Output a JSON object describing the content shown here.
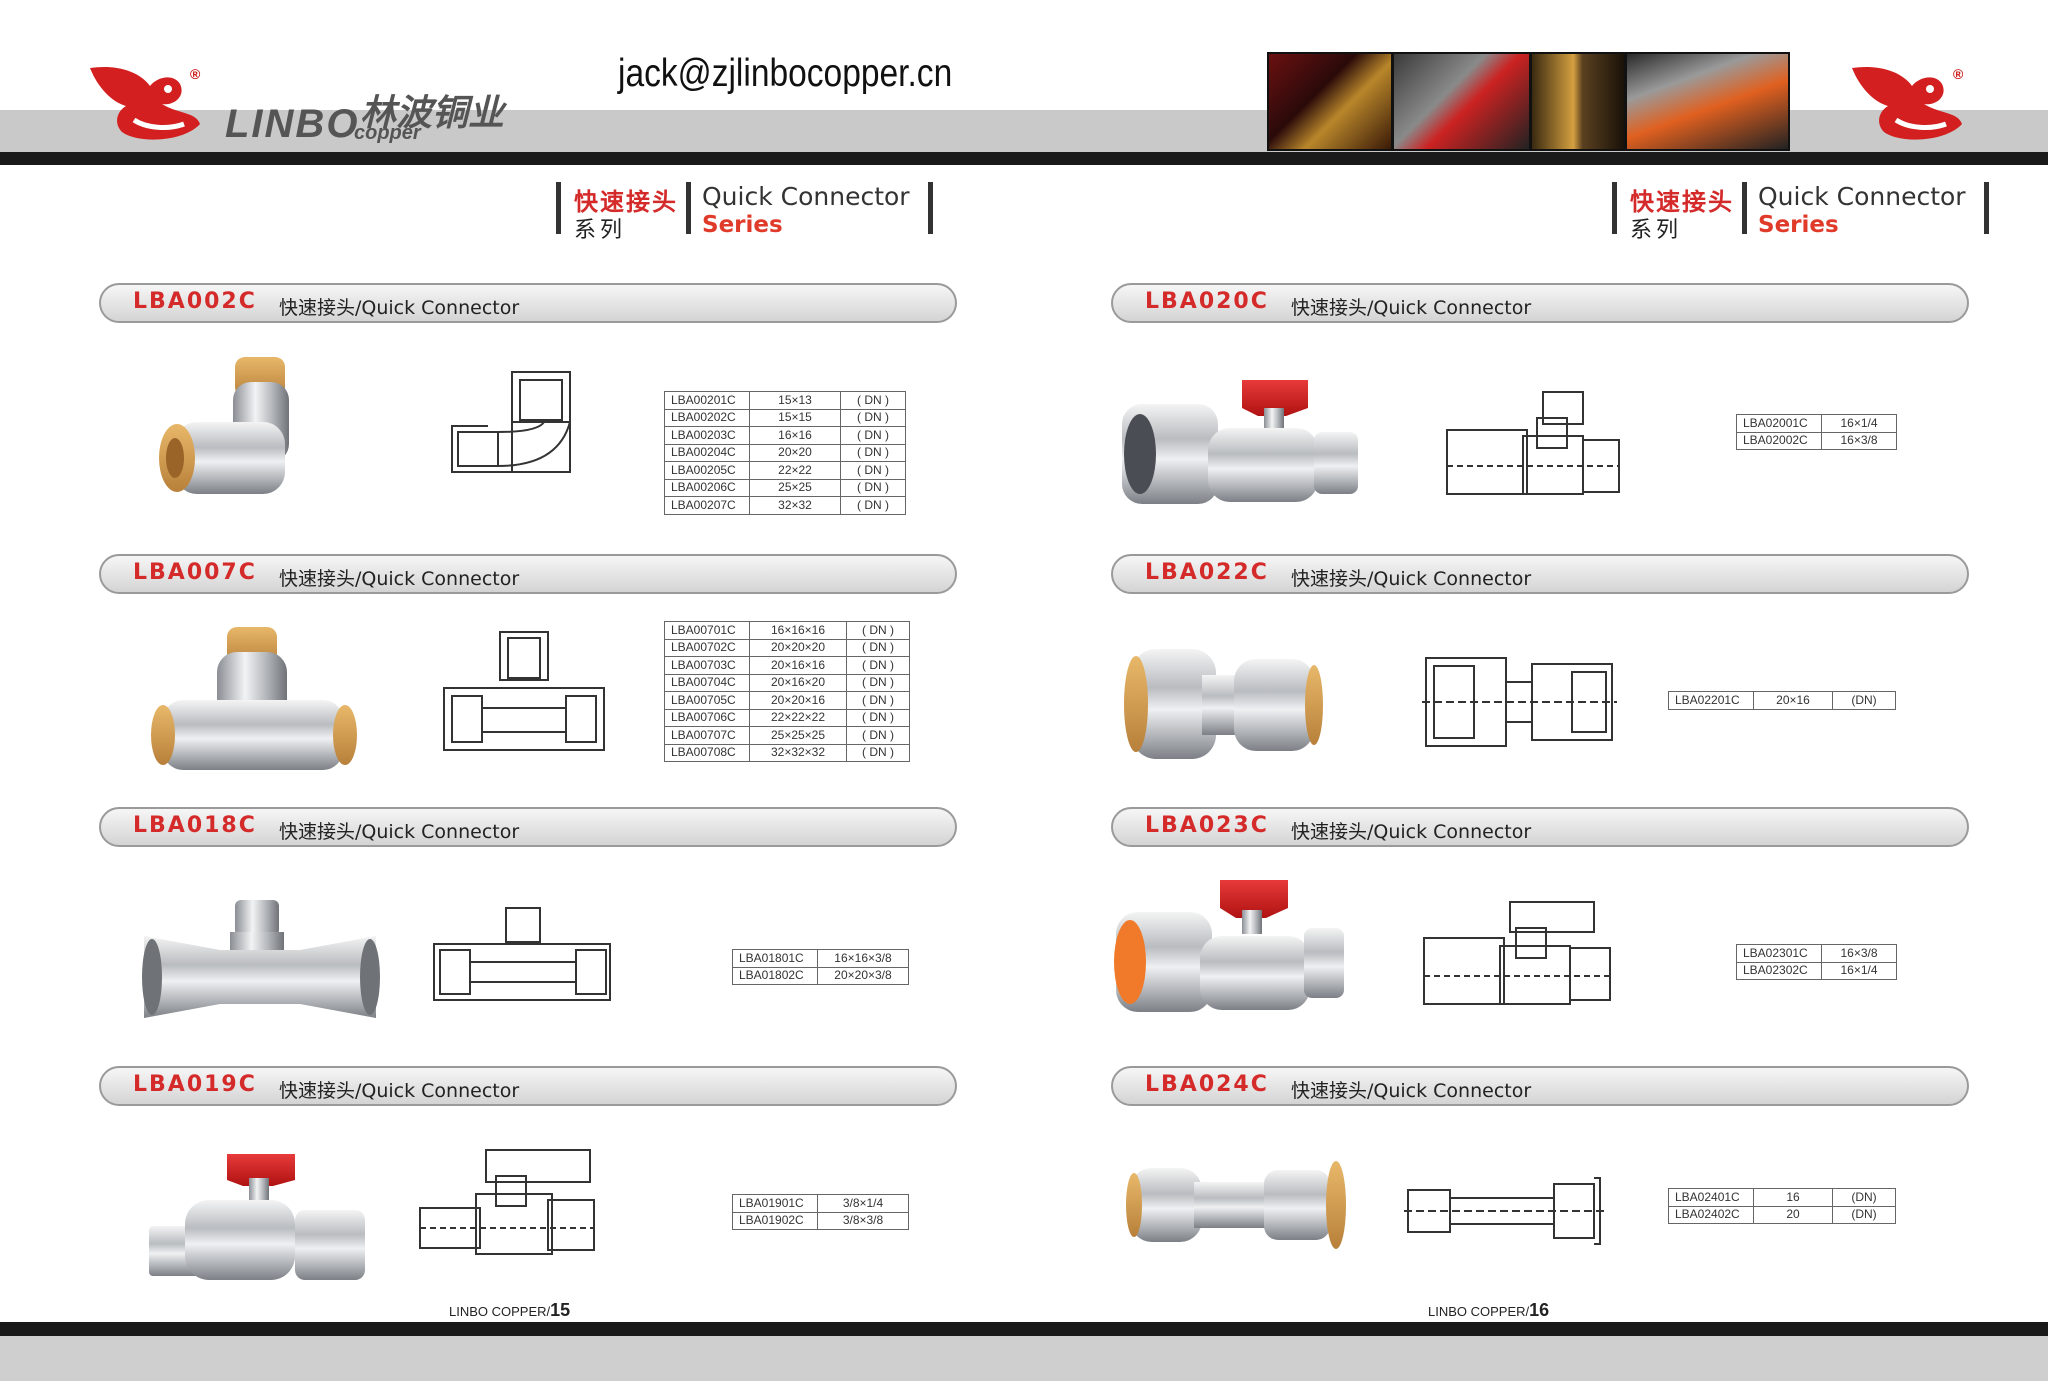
{
  "header": {
    "email": "jack@zjlinbocopper.cn",
    "brand_en": "LINBO",
    "brand_cn": "林波铜业",
    "brand_sub": "copper",
    "registered_mark": "®"
  },
  "series_label": {
    "cn_line1": "快速接头",
    "cn_line2": "系列",
    "en_line1": "Quick Connector",
    "en_line2": "Series"
  },
  "products": [
    {
      "code": "LBA002C",
      "desc": "快速接头/Quick Connector",
      "rows": [
        [
          "LBA00201C",
          "15×13",
          "( DN )"
        ],
        [
          "LBA00202C",
          "15×15",
          "( DN )"
        ],
        [
          "LBA00203C",
          "16×16",
          "( DN )"
        ],
        [
          "LBA00204C",
          "20×20",
          "( DN )"
        ],
        [
          "LBA00205C",
          "22×22",
          "( DN )"
        ],
        [
          "LBA00206C",
          "25×25",
          "( DN )"
        ],
        [
          "LBA00207C",
          "32×32",
          "( DN )"
        ]
      ]
    },
    {
      "code": "LBA007C",
      "desc": "快速接头/Quick Connector",
      "rows": [
        [
          "LBA00701C",
          "16×16×16",
          "( DN )"
        ],
        [
          "LBA00702C",
          "20×20×20",
          "( DN )"
        ],
        [
          "LBA00703C",
          "20×16×16",
          "( DN )"
        ],
        [
          "LBA00704C",
          "20×16×20",
          "( DN )"
        ],
        [
          "LBA00705C",
          "20×20×16",
          "( DN )"
        ],
        [
          "LBA00706C",
          "22×22×22",
          "( DN )"
        ],
        [
          "LBA00707C",
          "25×25×25",
          "( DN )"
        ],
        [
          "LBA00708C",
          "32×32×32",
          "( DN )"
        ]
      ]
    },
    {
      "code": "LBA018C",
      "desc": "快速接头/Quick Connector",
      "rows": [
        [
          "LBA01801C",
          "16×16×3/8"
        ],
        [
          "LBA01802C",
          "20×20×3/8"
        ]
      ]
    },
    {
      "code": "LBA019C",
      "desc": "快速接头/Quick Connector",
      "rows": [
        [
          "LBA01901C",
          "3/8×1/4"
        ],
        [
          "LBA01902C",
          "3/8×3/8"
        ]
      ]
    },
    {
      "code": "LBA020C",
      "desc": "快速接头/Quick Connector",
      "rows": [
        [
          "LBA02001C",
          "16×1/4"
        ],
        [
          "LBA02002C",
          "16×3/8"
        ]
      ]
    },
    {
      "code": "LBA022C",
      "desc": "快速接头/Quick Connector",
      "rows": [
        [
          "LBA02201C",
          "20×16",
          "(DN)"
        ]
      ]
    },
    {
      "code": "LBA023C",
      "desc": "快速接头/Quick Connector",
      "rows": [
        [
          "LBA02301C",
          "16×3/8"
        ],
        [
          "LBA02302C",
          "16×1/4"
        ]
      ]
    },
    {
      "code": "LBA024C",
      "desc": "快速接头/Quick Connector",
      "rows": [
        [
          "LBA02401C",
          "16",
          "(DN)"
        ],
        [
          "LBA02402C",
          "20",
          "(DN)"
        ]
      ]
    }
  ],
  "footer": {
    "left_label": "LINBO COPPER/",
    "left_page": "15",
    "right_label": "LINBO COPPER/",
    "right_page": "16"
  },
  "colors": {
    "accent_red": "#d42a2a",
    "dark_band": "#1a1a1a",
    "grey_band": "#c9c9c9",
    "brass": "#d9a35a",
    "orange_insert": "#f07a2a"
  },
  "icons": [
    "bird-logo-icon",
    "bird-logo-icon",
    "photo-strip"
  ]
}
